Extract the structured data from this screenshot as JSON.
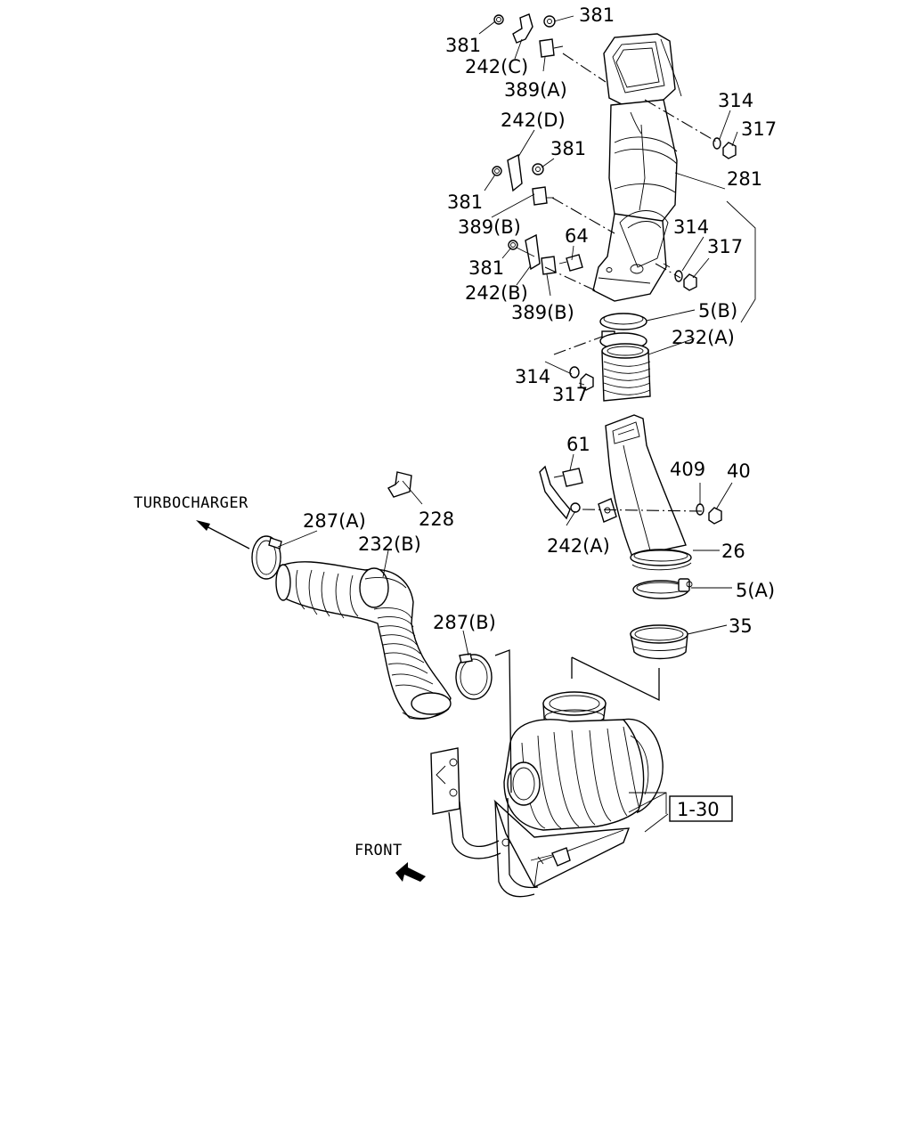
{
  "diagram": {
    "labels": {
      "p381a": "381",
      "p381b": "381",
      "p242c": "242(C)",
      "p389a": "389(A)",
      "p314a": "314",
      "p317a": "317",
      "p242d": "242(D)",
      "p381c": "381",
      "p281": "281",
      "p381d": "381",
      "p389b1": "389(B)",
      "p314b": "314",
      "p317b": "317",
      "p64": "64",
      "p381e": "381",
      "p242b": "242(B)",
      "p389b2": "389(B)",
      "p5b": "5(B)",
      "p232a": "232(A)",
      "p314c": "314",
      "p317c": "317",
      "p61": "61",
      "p409": "409",
      "p40": "40",
      "p228": "228",
      "p287a": "287(A)",
      "p232b": "232(B)",
      "p242a": "242(A)",
      "p26": "26",
      "p5a": "5(A)",
      "p287b": "287(B)",
      "p35": "35",
      "p130": "1-30"
    },
    "captions": {
      "turbocharger": "TURBOCHARGER",
      "front": "FRONT"
    }
  }
}
